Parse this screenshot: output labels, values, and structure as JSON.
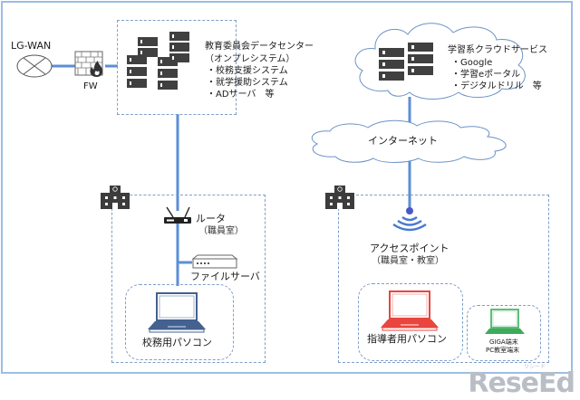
{
  "diagram": {
    "lgwan": {
      "label": "LG-WAN",
      "icon": "router-circle-x-icon"
    },
    "firewall": {
      "label": "FW",
      "icon": "firewall-icon"
    },
    "datacenter": {
      "title": "教育委員会データセンター",
      "subtitle": "（オンプレシステム）",
      "items": [
        "・校務支援システム",
        "・就学援助システム",
        "・ADサーバ　等"
      ],
      "icon": "server-stack-icon"
    },
    "cloud_service": {
      "title": "学習系クラウドサービス",
      "items": [
        "・Google",
        "・学習eポータル",
        "・デジタルドリル　等"
      ],
      "icon": "server-stack-icon"
    },
    "internet": {
      "label": "インターネット",
      "icon": "cloud-icon"
    },
    "school_left": {
      "icon": "school-building-icon",
      "router": {
        "label": "ルータ",
        "sublabel": "（職員室）",
        "icon": "wifi-router-icon"
      },
      "file_server": {
        "label": "ファイルサーバ",
        "icon": "file-server-icon"
      },
      "pc": {
        "label": "校務用パソコン",
        "icon": "laptop-icon",
        "color": "#44618f"
      }
    },
    "school_right": {
      "icon": "school-building-icon",
      "access_point": {
        "label": "アクセスポイント",
        "sublabel": "（職員室・教室）",
        "icon": "wireless-signal-icon"
      },
      "teacher_pc": {
        "label": "指導者用パソコン",
        "icon": "laptop-icon",
        "color": "#e8463e"
      },
      "student_pc": {
        "labels": [
          "GIGA端末",
          "PC教室端末"
        ],
        "icon": "laptop-icon",
        "color": "#3cab5a"
      }
    },
    "colors": {
      "line": "#5b8fd4",
      "dashed_border": "#7f9fc8",
      "frame": "#9dbde3",
      "server": "#404040"
    }
  },
  "watermark": {
    "text": "ReseEd",
    "ruby": "リシード"
  }
}
